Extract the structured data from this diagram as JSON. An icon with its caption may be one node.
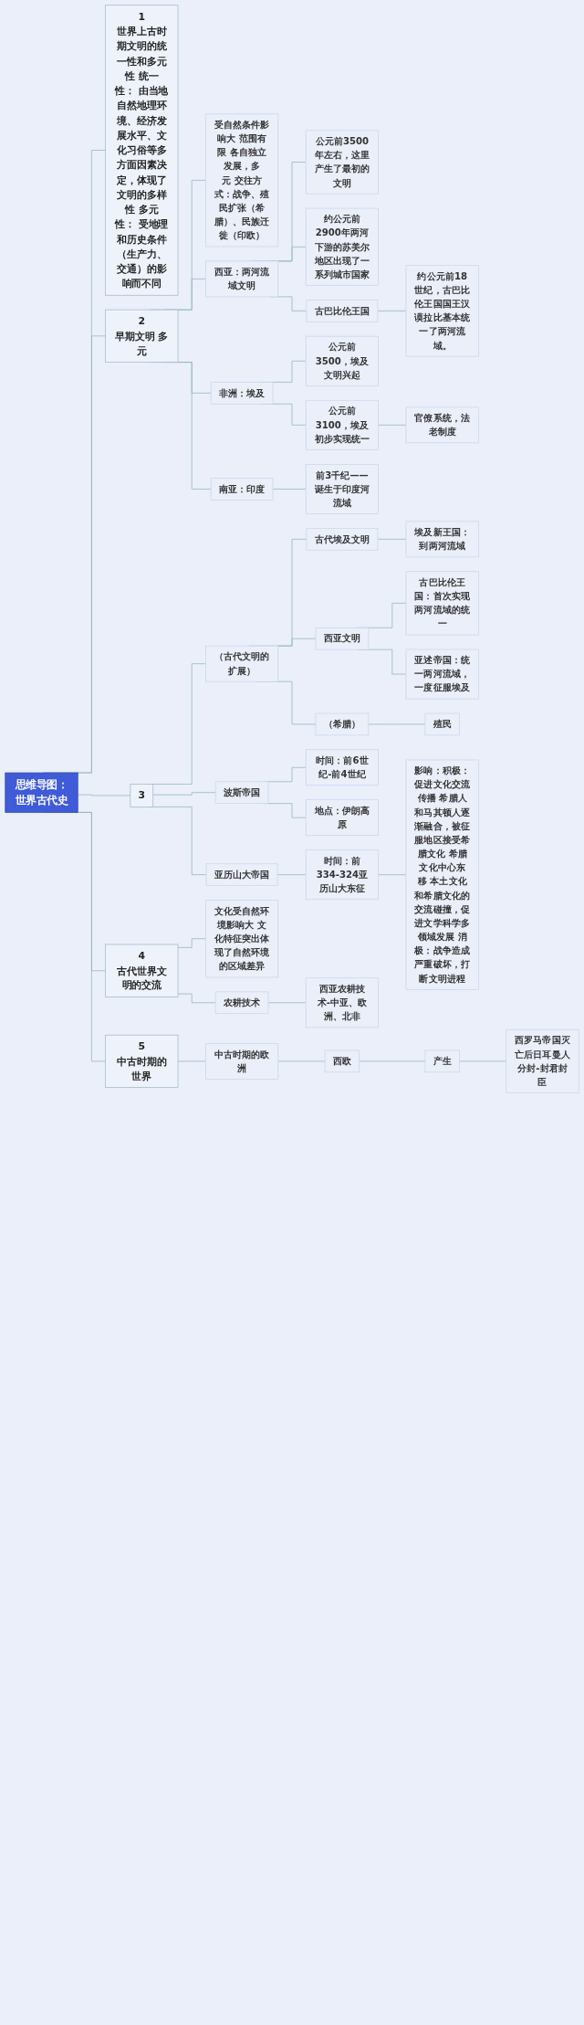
{
  "diagram": {
    "nodes": [
      {
        "text": [
          "思维导图：世界古代史"
        ]
      },
      {
        "text": [
          "1",
          "世界上古时期文明的统一性和多元性 统一性： 由当地自然地理环境、经济发展水平、文化习俗等多方面因素决定，体现了文明的多样性 多元性： 受地理和历史条件（生产力、交通）的影响而不同"
        ]
      },
      {
        "text": [
          "2",
          "早期文明 多元"
        ]
      },
      {
        "text": [
          "受自然条件影响大 范围有限 各自独立发展，多元 交往方式：战争、殖民扩张（希腊）、民族迁徙（印欧）"
        ]
      },
      {
        "text": [
          "西亚：两河流域文明"
        ]
      },
      {
        "text": [
          "公元前3500年左右，这里产生了最初的文明"
        ]
      },
      {
        "text": [
          "约公元前2900年两河下游的苏美尔地区出现了一系列城市国家"
        ]
      },
      {
        "text": [
          "古巴比伦王国"
        ]
      },
      {
        "text": [
          "约公元前18世纪，古巴比伦王国国王汉谟拉比基本统一了两河流域。"
        ]
      },
      {
        "text": [
          "非洲：埃及"
        ]
      },
      {
        "text": [
          "公元前3500，埃及文明兴起"
        ]
      },
      {
        "text": [
          "公元前3100，埃及初步实现统一"
        ]
      },
      {
        "text": [
          "官僚系统，法老制度"
        ]
      },
      {
        "text": [
          "南亚：印度"
        ]
      },
      {
        "text": [
          "前3千纪——诞生于印度河流域"
        ]
      },
      {
        "text": [
          "3"
        ]
      },
      {
        "text": [
          "（古代文明的扩展）"
        ]
      },
      {
        "text": [
          "古代埃及文明"
        ]
      },
      {
        "text": [
          "埃及新王国：到两河流域"
        ]
      },
      {
        "text": [
          "西亚文明"
        ]
      },
      {
        "text": [
          "古巴比伦王国：首次实现两河流域的统一"
        ]
      },
      {
        "text": [
          "亚述帝国：统一两河流域，一度征服埃及"
        ]
      },
      {
        "text": [
          "（希腊）"
        ]
      },
      {
        "text": [
          "殖民"
        ]
      },
      {
        "text": [
          "波斯帝国"
        ]
      },
      {
        "text": [
          "时间：前6世纪-前4世纪"
        ]
      },
      {
        "text": [
          "地点：伊朗高原"
        ]
      },
      {
        "text": [
          "亚历山大帝国"
        ]
      },
      {
        "text": [
          "时间：前334-324亚历山大东征"
        ]
      },
      {
        "text": [
          "影响：积极：促进文化交流传播 希腊人和马其顿人逐渐融合，被征服地区接受希腊文化 希腊文化中心东移 本土文化和希腊文化的交流碰撞，促进文学科学多领域发展 消极：战争造成严重破坏，打断文明进程"
        ]
      },
      {
        "text": [
          "4",
          "古代世界文明的交流"
        ]
      },
      {
        "text": [
          "文化受自然环境影响大 文化特征突出体现了自然环境的区域差异"
        ]
      },
      {
        "text": [
          "农耕技术"
        ]
      },
      {
        "text": [
          "西亚农耕技术-中亚、欧洲、北非"
        ]
      },
      {
        "text": [
          "5",
          "中古时期的世界"
        ]
      },
      {
        "text": [
          "中古时期的欧洲"
        ]
      },
      {
        "text": [
          "西欧"
        ]
      },
      {
        "text": [
          "产生"
        ]
      },
      {
        "text": [
          "西罗马帝国灭亡后日耳曼人分封-封君封臣"
        ]
      }
    ],
    "edges": [
      {
        "from": 0,
        "to": 1,
        "arrow": "none"
      },
      {
        "from": 0,
        "to": 2,
        "arrow": "none"
      },
      {
        "from": 0,
        "to": 15,
        "arrow": "none"
      },
      {
        "from": 0,
        "to": 30,
        "arrow": "none"
      },
      {
        "from": 0,
        "to": 34,
        "arrow": "none"
      },
      {
        "from": 2,
        "to": 3,
        "arrow": "none"
      },
      {
        "from": 2,
        "to": 4,
        "arrow": "none"
      },
      {
        "from": 2,
        "to": 9,
        "arrow": "none"
      },
      {
        "from": 2,
        "to": 13,
        "arrow": "none"
      },
      {
        "from": 4,
        "to": 5,
        "arrow": "none"
      },
      {
        "from": 4,
        "to": 6,
        "arrow": "none"
      },
      {
        "from": 4,
        "to": 7,
        "arrow": "none"
      },
      {
        "from": 7,
        "to": 8,
        "arrow": "none"
      },
      {
        "from": 9,
        "to": 10,
        "arrow": "none"
      },
      {
        "from": 9,
        "to": 11,
        "arrow": "none"
      },
      {
        "from": 11,
        "to": 12,
        "arrow": "none"
      },
      {
        "from": 13,
        "to": 14,
        "arrow": "none"
      },
      {
        "from": 15,
        "to": 16,
        "arrow": "none"
      },
      {
        "from": 15,
        "to": 24,
        "arrow": "none"
      },
      {
        "from": 15,
        "to": 27,
        "arrow": "none"
      },
      {
        "from": 16,
        "to": 17,
        "arrow": "none"
      },
      {
        "from": 16,
        "to": 19,
        "arrow": "none"
      },
      {
        "from": 16,
        "to": 22,
        "arrow": "none"
      },
      {
        "from": 17,
        "to": 18,
        "arrow": "none"
      },
      {
        "from": 19,
        "to": 20,
        "arrow": "none"
      },
      {
        "from": 19,
        "to": 21,
        "arrow": "none"
      },
      {
        "from": 22,
        "to": 23,
        "arrow": "none"
      },
      {
        "from": 24,
        "to": 25,
        "arrow": "none"
      },
      {
        "from": 24,
        "to": 26,
        "arrow": "none"
      },
      {
        "from": 27,
        "to": 28,
        "arrow": "none"
      },
      {
        "from": 28,
        "to": 29,
        "arrow": "none"
      },
      {
        "from": 30,
        "to": 31,
        "arrow": "none"
      },
      {
        "from": 30,
        "to": 32,
        "arrow": "none"
      },
      {
        "from": 32,
        "to": 33,
        "arrow": "none"
      },
      {
        "from": 34,
        "to": 35,
        "arrow": "none"
      },
      {
        "from": 35,
        "to": 36,
        "arrow": "none"
      },
      {
        "from": 36,
        "to": 37,
        "arrow": "none"
      },
      {
        "from": 37,
        "to": 38,
        "arrow": "none"
      }
    ]
  }
}
